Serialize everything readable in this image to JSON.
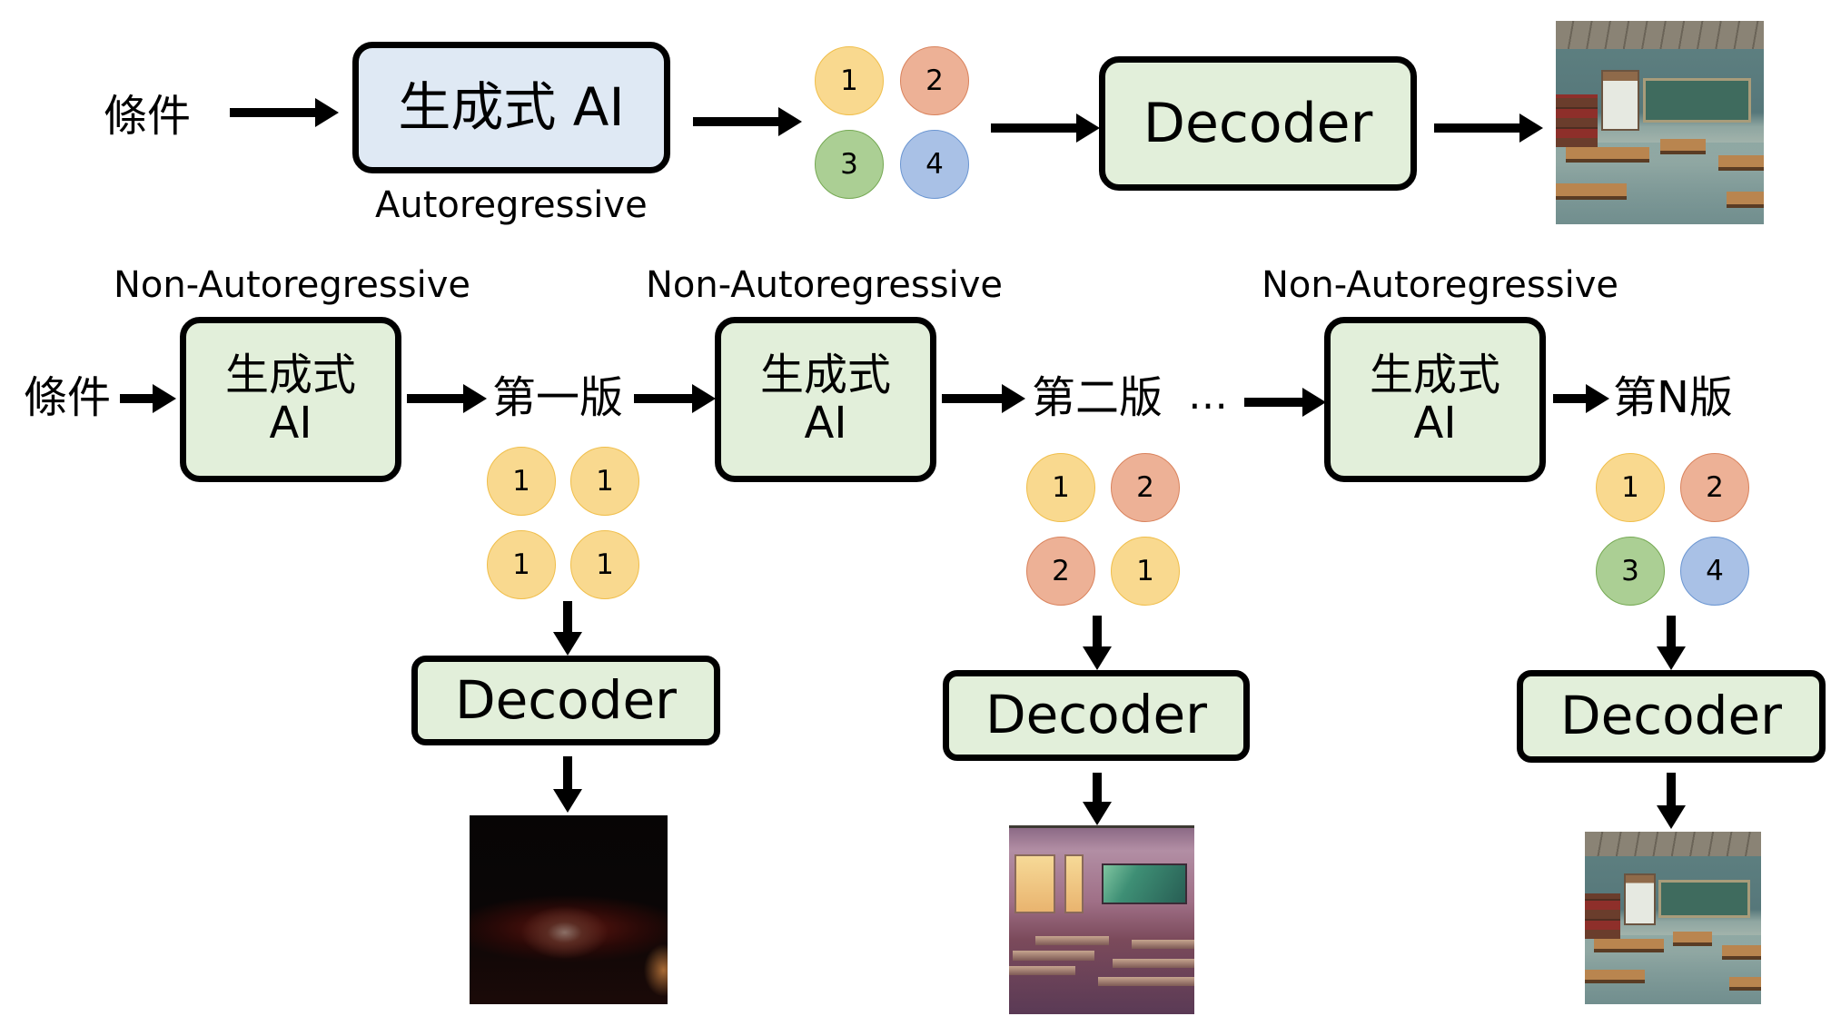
{
  "top_row": {
    "condition_label": "條件",
    "generator_box": "生成式 AI",
    "generator_caption": "Autoregressive",
    "tokens": [
      {
        "value": "1",
        "color": "yellow"
      },
      {
        "value": "2",
        "color": "orange"
      },
      {
        "value": "3",
        "color": "green"
      },
      {
        "value": "4",
        "color": "blue"
      }
    ],
    "decoder_box": "Decoder",
    "output_image": "classroom-image-final"
  },
  "bottom_row": {
    "condition_label": "條件",
    "stages": [
      {
        "caption": "Non-Autoregressive",
        "generator_line1": "生成式",
        "generator_line2": "AI",
        "version_label": "第一版",
        "tokens": [
          {
            "value": "1",
            "color": "yellow"
          },
          {
            "value": "1",
            "color": "yellow"
          },
          {
            "value": "1",
            "color": "yellow"
          },
          {
            "value": "1",
            "color": "yellow"
          }
        ],
        "decoder_box": "Decoder",
        "output_image": "classroom-image-blurry-dark"
      },
      {
        "caption": "Non-Autoregressive",
        "generator_line1": "生成式",
        "generator_line2": "AI",
        "version_label": "第二版",
        "tokens": [
          {
            "value": "1",
            "color": "yellow"
          },
          {
            "value": "2",
            "color": "orange"
          },
          {
            "value": "2",
            "color": "orange"
          },
          {
            "value": "1",
            "color": "yellow"
          }
        ],
        "decoder_box": "Decoder",
        "output_image": "classroom-image-rough"
      },
      {
        "caption": "Non-Autoregressive",
        "generator_line1": "生成式",
        "generator_line2": "AI",
        "version_label": "第N版",
        "tokens": [
          {
            "value": "1",
            "color": "yellow"
          },
          {
            "value": "2",
            "color": "orange"
          },
          {
            "value": "3",
            "color": "green"
          },
          {
            "value": "4",
            "color": "blue"
          }
        ],
        "decoder_box": "Decoder",
        "output_image": "classroom-image-final"
      }
    ],
    "ellipsis": "…"
  },
  "colors": {
    "autoregressive_box_fill": "#dfe9f4",
    "nonautoregressive_box_fill": "#e2efda",
    "token_yellow": {
      "fill": "#f9d98f",
      "border": "#f0be4a"
    },
    "token_orange": {
      "fill": "#edb196",
      "border": "#d9825c"
    },
    "token_green": {
      "fill": "#abcf94",
      "border": "#74a852"
    },
    "token_blue": {
      "fill": "#a9c1e6",
      "border": "#6a95d1"
    }
  }
}
